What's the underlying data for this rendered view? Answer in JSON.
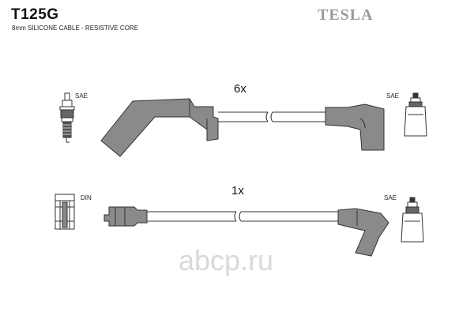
{
  "header": {
    "part_number": "T125G",
    "description": "8mm SILICONE CABLE - RESISTIVE CORE",
    "brand": "TESLA"
  },
  "row1": {
    "quantity": "6x",
    "left_label": "SAE",
    "right_label": "SAE"
  },
  "row2": {
    "quantity": "1x",
    "left_label": "DIN",
    "right_label": "SAE"
  },
  "watermark": {
    "text": "abcp.ru"
  },
  "colors": {
    "boot_fill": "#8a8a8a",
    "outline": "#333333",
    "brand": "#9a9a9a",
    "watermark": "#d9d9d9"
  }
}
